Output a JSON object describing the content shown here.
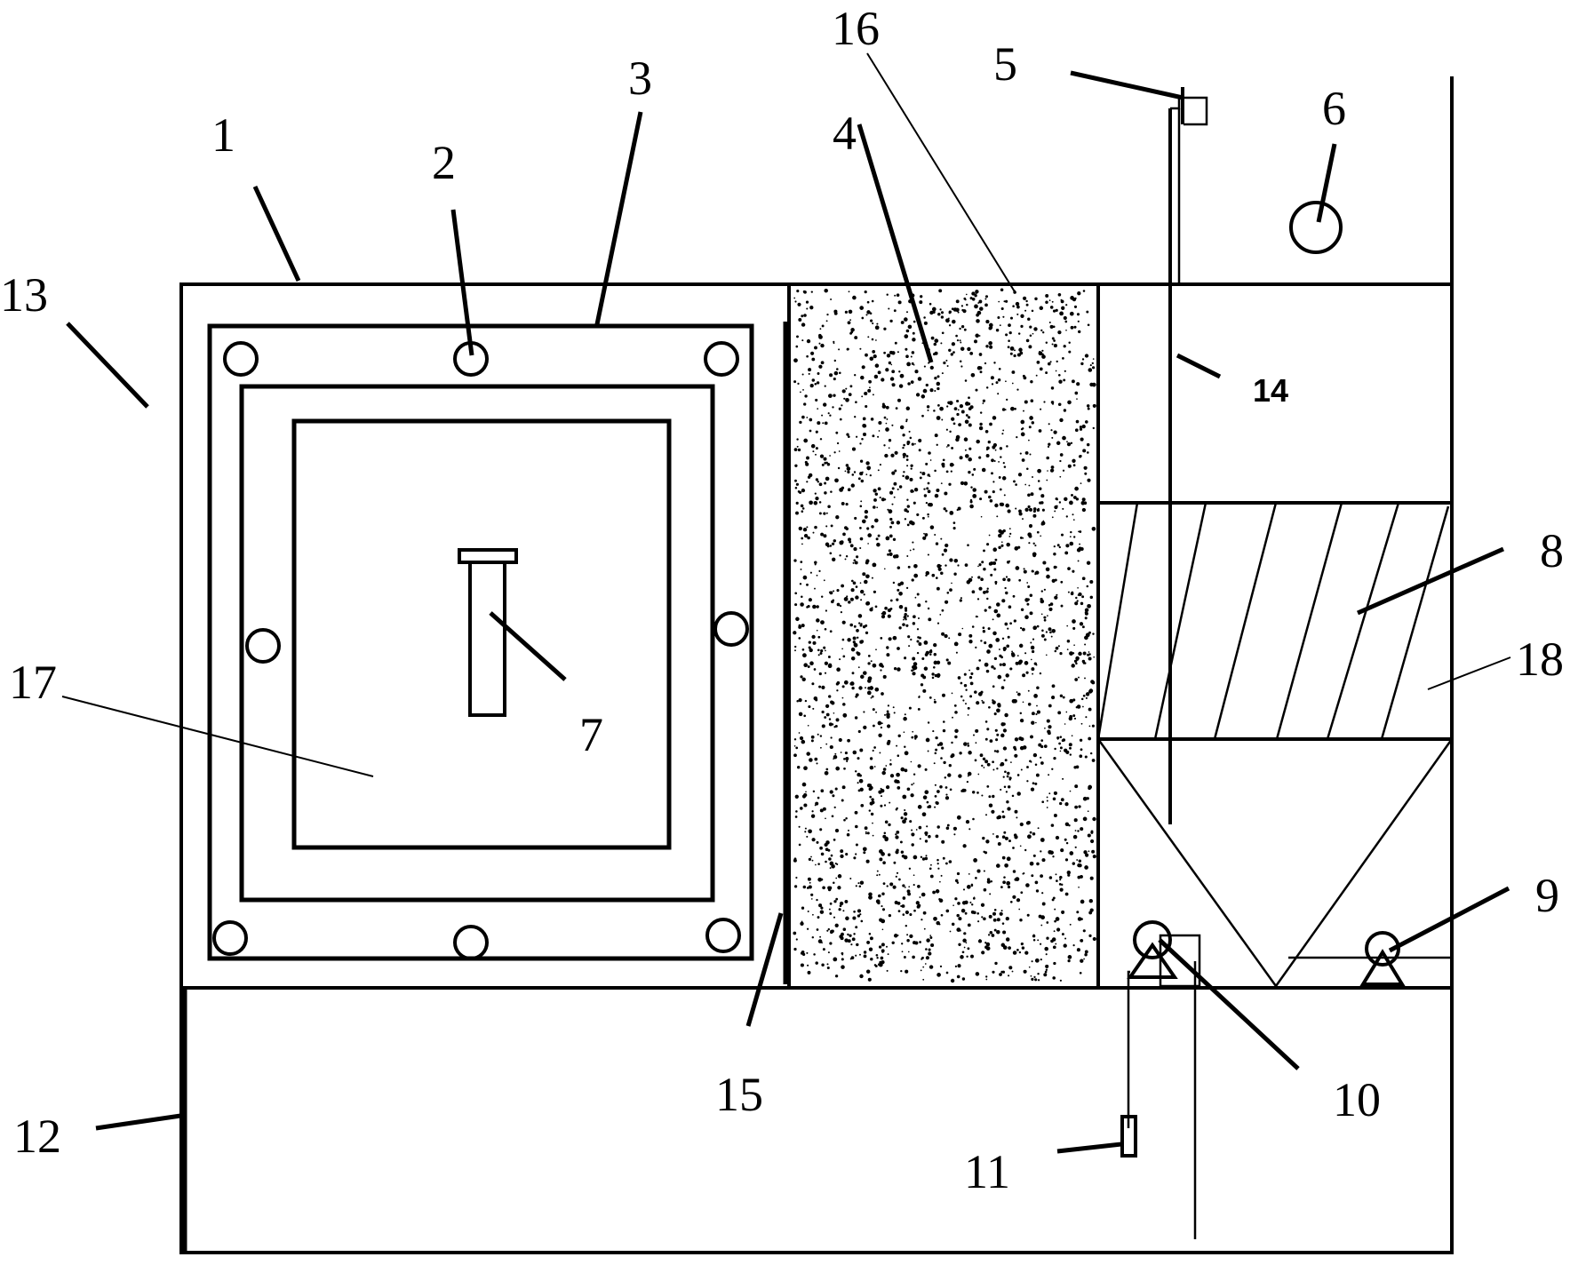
{
  "labels": {
    "l1": "1",
    "l2": "2",
    "l3": "3",
    "l4": "4",
    "l5": "5",
    "l6": "6",
    "l7": "7",
    "l8": "8",
    "l9": "9",
    "l10": "10",
    "l11": "11",
    "l12": "12",
    "l13": "13",
    "l14": "14",
    "l15": "15",
    "l16": "16",
    "l17": "17",
    "l18": "18"
  },
  "colors": {
    "line": "#000000",
    "background": "#ffffff"
  }
}
